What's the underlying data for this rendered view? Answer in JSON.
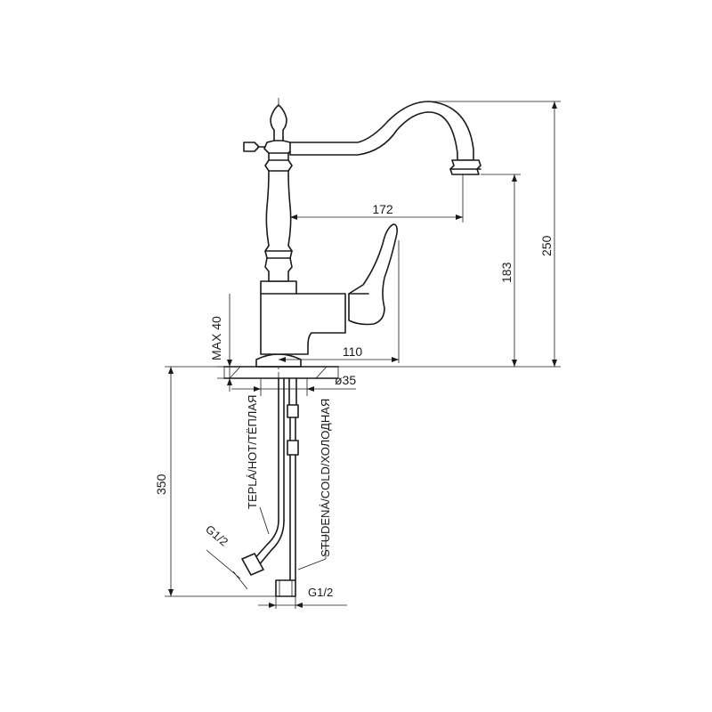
{
  "dimensions": {
    "reach": "172",
    "lever": "110",
    "diameter": "ø35",
    "max_thickness": "MAX 40",
    "outlet_height": "183",
    "total_height": "250",
    "hose_length": "350",
    "thread_hot": "G1/2",
    "thread_cold": "G1/2"
  },
  "labels": {
    "hot": "TEPLÁ/HOT/ТЁПЛАЯ",
    "cold": "STUDENÁ/COLD/ХОЛОДНАЯ"
  }
}
